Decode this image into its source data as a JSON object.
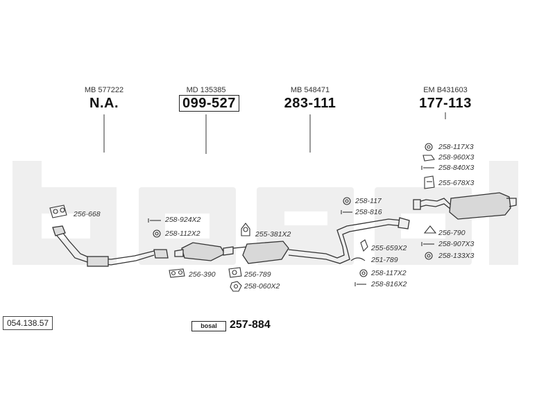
{
  "groups": [
    {
      "ref": "MB 577222",
      "part": "N.A.",
      "boxed": false
    },
    {
      "ref": "MD 135385",
      "part": "099-527",
      "boxed": true
    },
    {
      "ref": "MB 548471",
      "part": "283-111",
      "boxed": false
    },
    {
      "ref": "EM B431603",
      "part": "177-113",
      "boxed": false
    }
  ],
  "parts": {
    "p256_668": "256-668",
    "p258_924x2": "258-924X2",
    "p258_112x2": "258-112X2",
    "p256_390": "256-390",
    "p256_789": "256-789",
    "p258_060x2": "258-060X2",
    "p255_381x2": "255-381X2",
    "p258_117": "258-117",
    "p258_816": "258-816",
    "p255_659x2": "255-659X2",
    "p251_789": "251-789",
    "p258_117x2": "258-117X2",
    "p258_816x2": "258-816X2",
    "p258_117x3": "258-117X3",
    "p258_960x3": "258-960X3",
    "p258_840x3": "258-840X3",
    "p255_678x3": "255-678X3",
    "p256_790": "256-790",
    "p258_907x3": "258-907X3",
    "p258_133x3": "258-133X3"
  },
  "catalog_number": "054.138.57",
  "kit": {
    "logo": "bosal",
    "number": "257-884"
  },
  "watermark": "bosal"
}
